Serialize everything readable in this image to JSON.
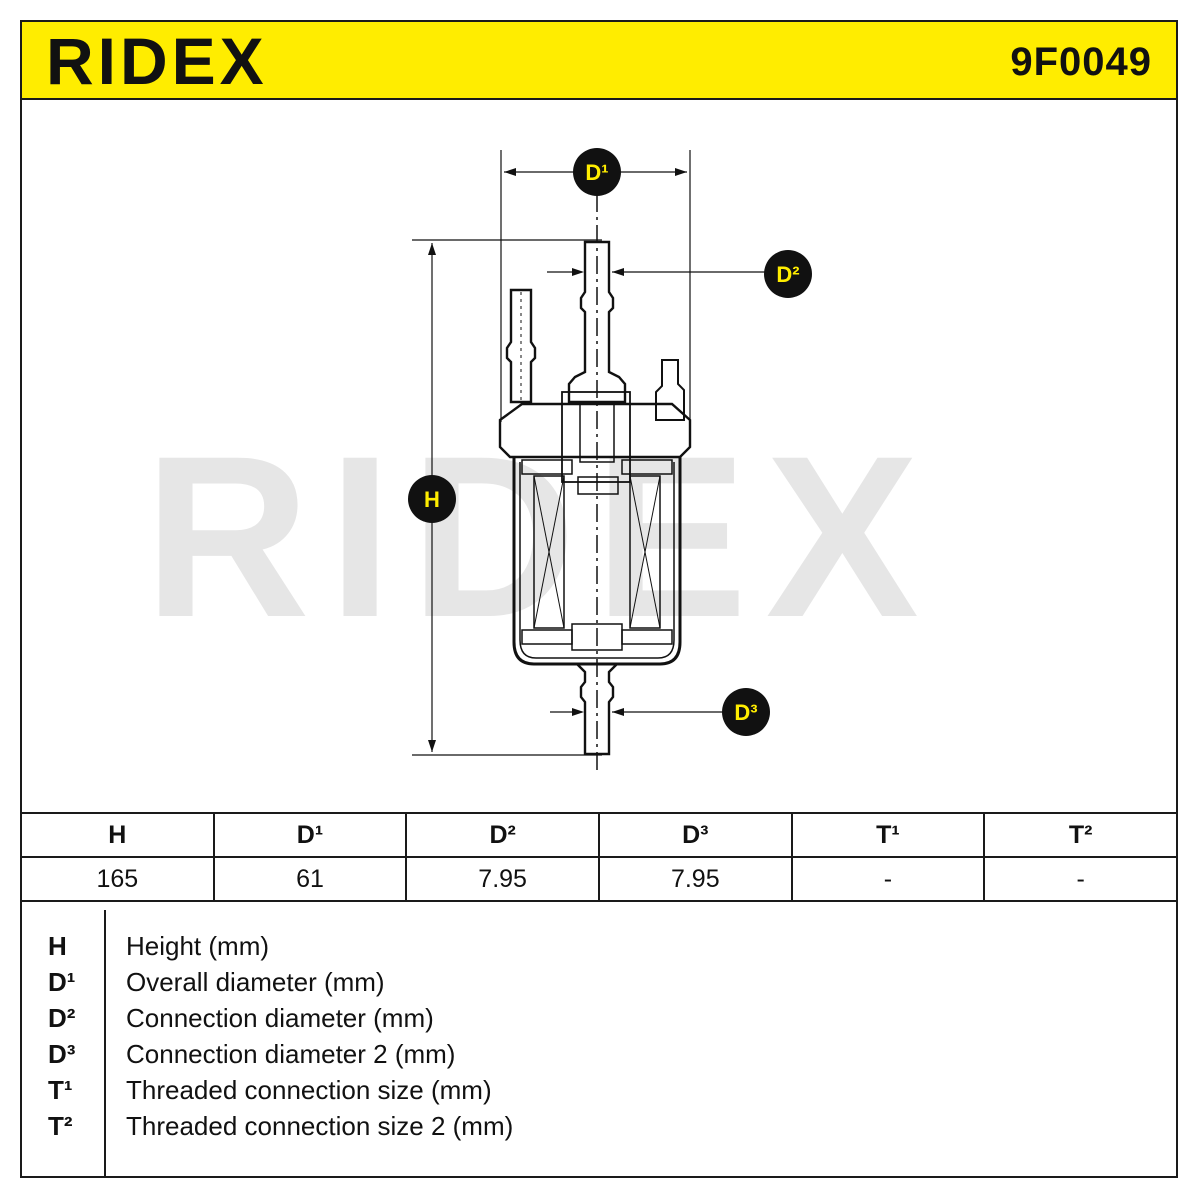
{
  "header": {
    "brand": "RIDEX",
    "part_number": "9F0049"
  },
  "drawing": {
    "watermark": "RIDEX",
    "labels": {
      "d1": "D¹",
      "d2": "D²",
      "d3": "D³",
      "h": "H"
    }
  },
  "table": {
    "headers": [
      "H",
      "D¹",
      "D²",
      "D³",
      "T¹",
      "T²"
    ],
    "values": [
      "165",
      "61",
      "7.95",
      "7.95",
      "-",
      "-"
    ]
  },
  "legend": [
    {
      "symbol": "H",
      "text": "Height (mm)"
    },
    {
      "symbol": "D¹",
      "text": "Overall diameter (mm)"
    },
    {
      "symbol": "D²",
      "text": "Connection diameter (mm)"
    },
    {
      "symbol": "D³",
      "text": "Connection diameter 2 (mm)"
    },
    {
      "symbol": "T¹",
      "text": "Threaded connection size (mm)"
    },
    {
      "symbol": "T²",
      "text": "Threaded connection size 2 (mm)"
    }
  ],
  "colors": {
    "accent": "#ffed00",
    "ink": "#111111",
    "watermark": "#e6e6e6"
  }
}
